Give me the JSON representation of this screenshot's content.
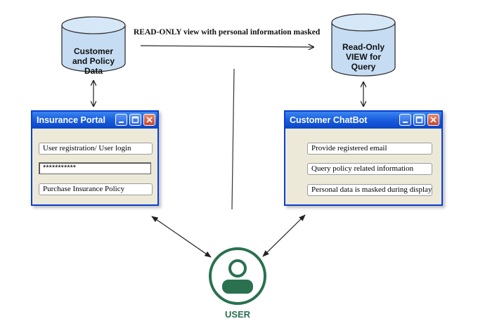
{
  "databases": {
    "source": {
      "label": "Customer and Policy Data"
    },
    "view": {
      "label": "Read-Only VIEW for Query"
    }
  },
  "flow_label": "READ-ONLY view with personal information masked",
  "insurance_portal": {
    "title": "Insurance Portal",
    "fields": {
      "login": "User registration/ User login",
      "password": "***********",
      "purchase": "Purchase Insurance Policy"
    }
  },
  "chatbot": {
    "title": "Customer ChatBot",
    "fields": {
      "email": "Provide registered email",
      "query": "Query policy related information",
      "masked": "Personal data is masked during display"
    }
  },
  "user": {
    "label": "USER"
  },
  "colors": {
    "db_fill": "#c5dcf3",
    "db_stroke": "#333333",
    "titlebar": "#1b5fe0",
    "user_green": "#2a7150"
  }
}
